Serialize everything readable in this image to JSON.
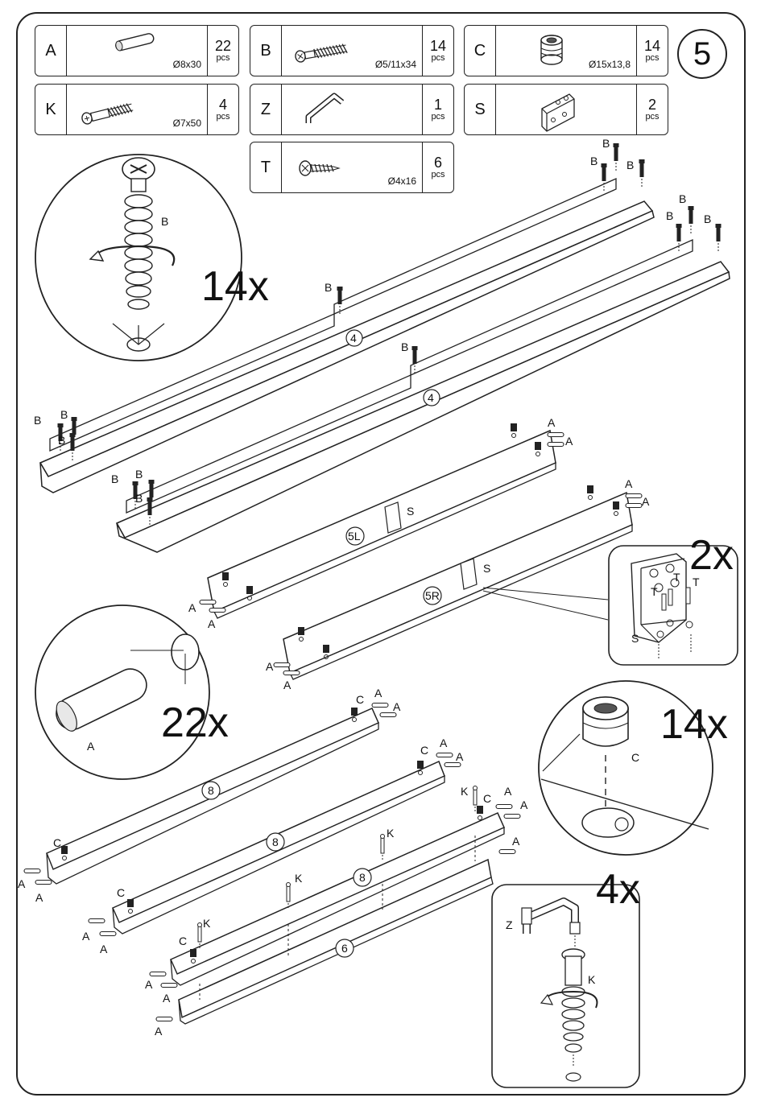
{
  "step_number": "5",
  "parts": [
    {
      "code": "A",
      "count": "22",
      "unit": "pcs",
      "size": "Ø8x30",
      "icon": "dowel-icon"
    },
    {
      "code": "B",
      "count": "14",
      "unit": "pcs",
      "size": "Ø5/11x34",
      "icon": "cam-bolt-icon"
    },
    {
      "code": "C",
      "count": "14",
      "unit": "pcs",
      "size": "Ø15x13,8",
      "icon": "cam-lock-icon"
    },
    {
      "code": "K",
      "count": "4",
      "unit": "pcs",
      "size": "Ø7x50",
      "icon": "connector-bolt-icon"
    },
    {
      "code": "Z",
      "count": "1",
      "unit": "pcs",
      "size": "",
      "icon": "hex-key-icon"
    },
    {
      "code": "S",
      "count": "2",
      "unit": "pcs",
      "size": "",
      "icon": "angle-bracket-icon"
    },
    {
      "code": "T",
      "count": "6",
      "unit": "pcs",
      "size": "Ø4x16",
      "icon": "screw-icon"
    }
  ],
  "callouts": {
    "bolt_detail": {
      "label": "B",
      "multiplier": "14x"
    },
    "dowel_detail": {
      "label": "A",
      "multiplier": "22x"
    },
    "bracket_detail": {
      "label_s": "S",
      "label_t": "T",
      "multiplier": "2x"
    },
    "camlock_detail": {
      "label": "C",
      "multiplier": "14x"
    },
    "connector_detail": {
      "label_z": "Z",
      "label_k": "K",
      "multiplier": "4x"
    }
  },
  "panels": {
    "panel_4": "4",
    "panel_5l": "5L",
    "panel_5r": "5R",
    "panel_8": "8",
    "panel_6": "6"
  },
  "hardware_labels": {
    "a": "A",
    "b": "B",
    "c": "C",
    "k": "K",
    "s": "S"
  }
}
